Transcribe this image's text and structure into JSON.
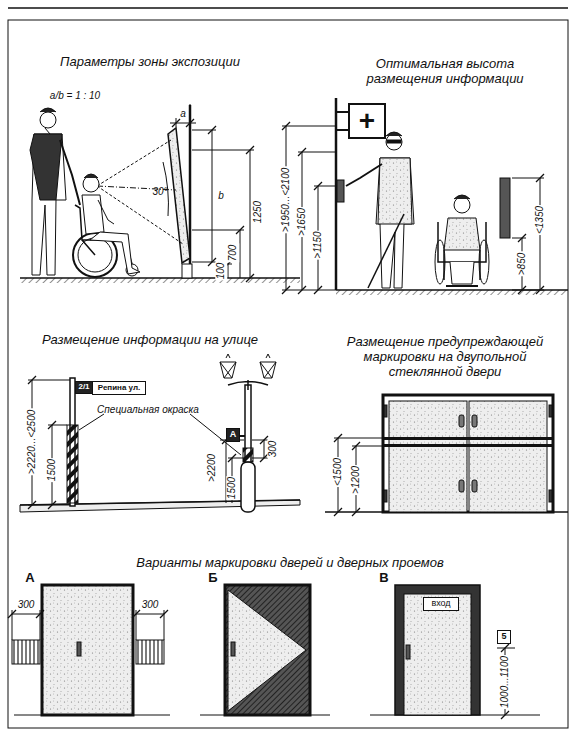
{
  "diagram": {
    "nodes": [
      {
        "text": [
          "+"
        ]
      },
      {
        "text": [
          "2/1"
        ]
      },
      {
        "text": [
          "Репина ул."
        ]
      },
      {
        "text": [
          "А"
        ]
      },
      {
        "text": [
          "вход"
        ]
      },
      {
        "text": [
          "5"
        ]
      }
    ],
    "labels": [
      "Параметры зоны экспозиции",
      "Оптимальная высота размещения информации",
      "a/b = 1 : 10",
      "a",
      "30°",
      "b",
      "1250",
      "100",
      "700",
      ">1950...<2100",
      ">1650",
      ">1150",
      ">850",
      "<1350",
      "Размещение информации на улице",
      ">2220...<2500",
      "1500",
      "Специальная окраска",
      ">2200",
      "300",
      "1500",
      "Размещение предупреждающей маркировки на двупольной стеклянной двери",
      "<1500",
      ">1200",
      "Варианты маркировки дверей и дверных проемов",
      "А",
      "Б",
      "В",
      "300",
      "300",
      "1000...1100"
    ]
  }
}
